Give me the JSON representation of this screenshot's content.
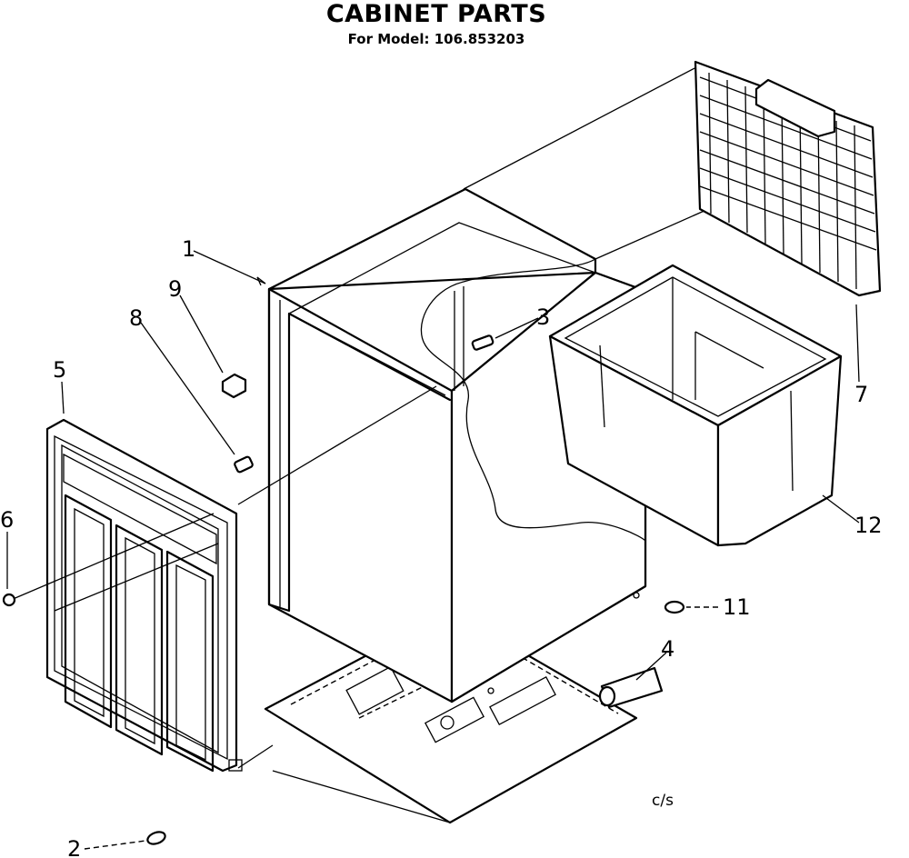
{
  "header": {
    "title": "CABINET PARTS",
    "subtitle": "For Model: 106.853203"
  },
  "callouts": [
    {
      "id": "1",
      "label": "1"
    },
    {
      "id": "2",
      "label": "2"
    },
    {
      "id": "3",
      "label": "3"
    },
    {
      "id": "4",
      "label": "4"
    },
    {
      "id": "5",
      "label": "5"
    },
    {
      "id": "6",
      "label": "6"
    },
    {
      "id": "7",
      "label": "7"
    },
    {
      "id": "8",
      "label": "8"
    },
    {
      "id": "9",
      "label": "9"
    },
    {
      "id": "11",
      "label": "11"
    },
    {
      "id": "12",
      "label": "12"
    }
  ],
  "footer_note": "c/s"
}
